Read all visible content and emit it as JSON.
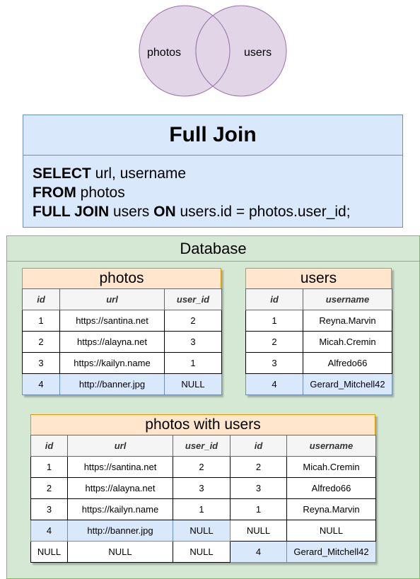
{
  "venn": {
    "left_label": "photos",
    "right_label": "users"
  },
  "query": {
    "title": "Full Join",
    "line1": {
      "kw": "SELECT",
      "rest": " url, username"
    },
    "line2": {
      "kw": "FROM",
      "rest": " photos"
    },
    "line3": {
      "kw1": "FULL JOIN",
      "mid": " users ",
      "kw2": "ON",
      "rest": " users.id = photos.user_id;"
    }
  },
  "database": {
    "title": "Database",
    "photos": {
      "title": "photos",
      "columns": [
        "id",
        "url",
        "user_id"
      ],
      "rows": [
        [
          "1",
          "https://santina.net",
          "2"
        ],
        [
          "2",
          "https://alayna.net",
          "3"
        ],
        [
          "3",
          "https://kailyn.name",
          "1"
        ],
        [
          "4",
          "http://banner.jpg",
          "NULL"
        ]
      ]
    },
    "users": {
      "title": "users",
      "columns": [
        "id",
        "username"
      ],
      "rows": [
        [
          "1",
          "Reyna.Marvin"
        ],
        [
          "2",
          "Micah.Cremin"
        ],
        [
          "3",
          "Alfredo66"
        ],
        [
          "4",
          "Gerard_Mitchell42"
        ]
      ]
    },
    "result": {
      "title": "photos with users",
      "columns": [
        "id",
        "url",
        "user_id",
        "id",
        "username"
      ],
      "rows": [
        [
          "1",
          "https://santina.net",
          "2",
          "2",
          "Micah.Cremin"
        ],
        [
          "2",
          "https://alayna.net",
          "3",
          "3",
          "Alfredo66"
        ],
        [
          "3",
          "https://kailyn.name",
          "1",
          "1",
          "Reyna.Marvin"
        ],
        [
          "4",
          "http://banner.jpg",
          "NULL",
          "NULL",
          "NULL"
        ],
        [
          "NULL",
          "NULL",
          "NULL",
          "4",
          "Gerard_Mitchell42"
        ]
      ]
    }
  },
  "colors": {
    "venn_fill": "#e1d5e7",
    "venn_stroke": "#9673a6",
    "query_fill": "#dae8fc",
    "db_fill": "#d5e8d4",
    "table_title_fill": "#ffe6cc",
    "highlight_fill": "#dae8fc"
  }
}
